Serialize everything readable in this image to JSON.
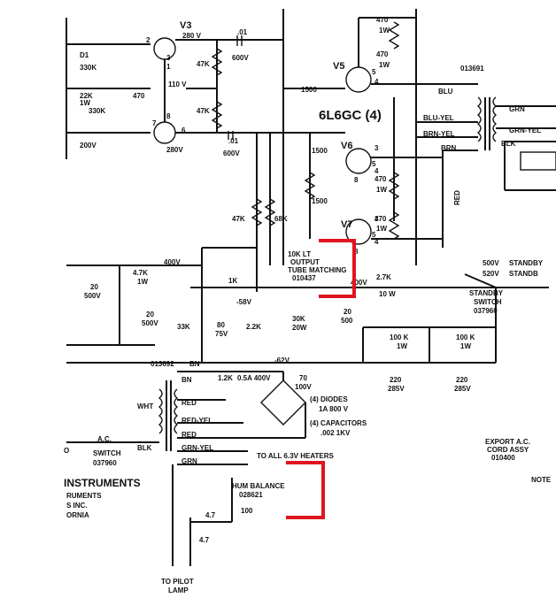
{
  "tubes": {
    "v3": "V3",
    "v5": "V5",
    "v6": "V6",
    "v7": "V7",
    "type_label": "6L6GC (4)"
  },
  "voltages": {
    "v280": "280 V",
    "v110": "110 V",
    "v280b": "280V",
    "v400": "400V",
    "v400b": "400V",
    "vneg58": "-58V",
    "vneg62": "-62V",
    "v500": "500V",
    "v520": "520V",
    "standby1": "STANDBY",
    "standby2": "STANDB"
  },
  "resistors": {
    "r470_a": "470",
    "r1w_a": "1W",
    "r470_b": "470",
    "r1w_b": "1W",
    "r1500_a": "1500",
    "r1500_b": "1500",
    "r1500_c": "1500",
    "r470_c": "470",
    "r1w_c": "1W",
    "r470_d": "470",
    "r1w_d": "1W",
    "r47k_a": "47K",
    "r47k_b": "47K",
    "r47k_c": "47K",
    "r68k": "68K",
    "r330k_a": "330K",
    "r22k": "22K",
    "r1w_e": "1W",
    "r330k_b": "330K",
    "r470_e": "470",
    "r47k_d": "4.7K",
    "r1w_f": "1W",
    "r1k": "1K",
    "r2_7k": "2.7K",
    "r10w": "10 W",
    "r33k": "33K",
    "r80": "80",
    "r75v": "75V",
    "r2_2k": "2.2K",
    "r30k": "30K",
    "r20w": "20W",
    "r100k_a": "100 K",
    "r1w_g": "1W",
    "r100k_b": "100 K",
    "r1w_h": "1W",
    "r1_2k": "1.2K",
    "r4_7_a": "4.7",
    "r4_7_b": "4.7",
    "r100": "100"
  },
  "capacitors": {
    "c01": ".01",
    "c600v_a": "600V",
    "c01b": ".01",
    "c600v_b": "600V",
    "c20_a": "20",
    "c500v_a": "500V",
    "c20_b": "20",
    "c500v_b": "500V",
    "c20_c": "20",
    "c500_c": "500",
    "c70": "70",
    "c100v": "100V",
    "c220_a": "220",
    "c285v_a": "285V",
    "c220_b": "220",
    "c285v_b": "285V",
    "c200v": "200V",
    "c01c": "D1"
  },
  "components": {
    "output": "10K LT",
    "output2": "OUTPUT",
    "output3": "TUBE MATCHING",
    "output4": "010437",
    "transformer_out": "013691",
    "transformer_pwr": "013692",
    "standby_switch": "STANDBY",
    "standby_switch2": "SWITCH",
    "standby_switch3": "037960",
    "diodes": "(4) DIODES",
    "diodes2": "1A 800 V",
    "capacitors": "(4) CAPACITORS",
    "capacitors2": ".002 1KV",
    "diode_0_5a": "0.5A 400V",
    "hum": "HUM BALANCE",
    "hum2": "028621",
    "ac_switch": "A.C.",
    "ac_switch2": "SWITCH",
    "ac_switch3": "037960",
    "export1": "EXPORT A.C.",
    "export2": "CORD ASSY",
    "export3": "010400",
    "note": "NOTE"
  },
  "wire_labels": {
    "blu": "BLU",
    "blu_yel": "BLU-YEL",
    "brn_yel": "BRN-YEL",
    "brn": "BRN",
    "red": "RED",
    "grn": "GRN",
    "grn_yel": "GRN-YEL",
    "blk": "BLK",
    "wht": "WHT",
    "bn": "BN",
    "bn2": "BN",
    "red_a": "RED",
    "red_yel": "RED-YEL",
    "red_b": "RED",
    "grn_yel2": "GRN-YEL",
    "grn2": "GRN",
    "blk2": "BLK"
  },
  "heaters": "TO ALL 6.3V HEATERS",
  "pilot": {
    "line1": "TO PILOT",
    "line2": "LAMP"
  },
  "company": {
    "l1": "INSTRUMENTS",
    "l2": "RUMENTS",
    "l3": "S INC.",
    "l4": "ORNIA",
    "l5": "O"
  },
  "pins": {
    "p2": "2",
    "p3": "3",
    "p1": "1",
    "p6": "6",
    "p7": "7",
    "p8": "8",
    "p5a": "5",
    "p4a": "4",
    "p3b": "3",
    "p5b": "5",
    "p4b": "4",
    "p3c": "3",
    "p8b": "8",
    "p5c": "5",
    "p4c": "4",
    "p8c": "8"
  }
}
